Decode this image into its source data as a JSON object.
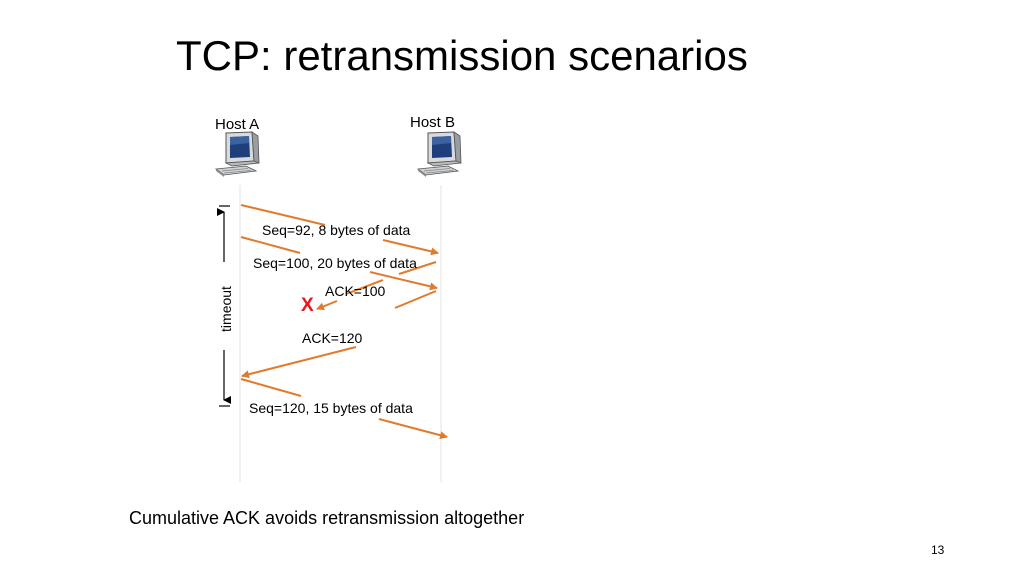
{
  "slide": {
    "title": "TCP: retransmission scenarios",
    "caption": "Cumulative ACK avoids retransmission altogether",
    "page_number": "13"
  },
  "hosts": {
    "a_label": "Host A",
    "b_label": "Host B",
    "icon": "desktop-computer-icon"
  },
  "messages": {
    "seq92": "Seq=92, 8 bytes of data",
    "seq100": "Seq=100, 20 bytes of data",
    "ack100": "ACK=100",
    "ack120": "ACK=120",
    "seq120": "Seq=120,  15 bytes of data"
  },
  "timer": {
    "label": "timeout"
  },
  "loss": {
    "mark": "X"
  },
  "colors": {
    "arrow": "#e07b2e",
    "loss_mark": "#e8141b",
    "timeline": "#e3e3e3"
  }
}
